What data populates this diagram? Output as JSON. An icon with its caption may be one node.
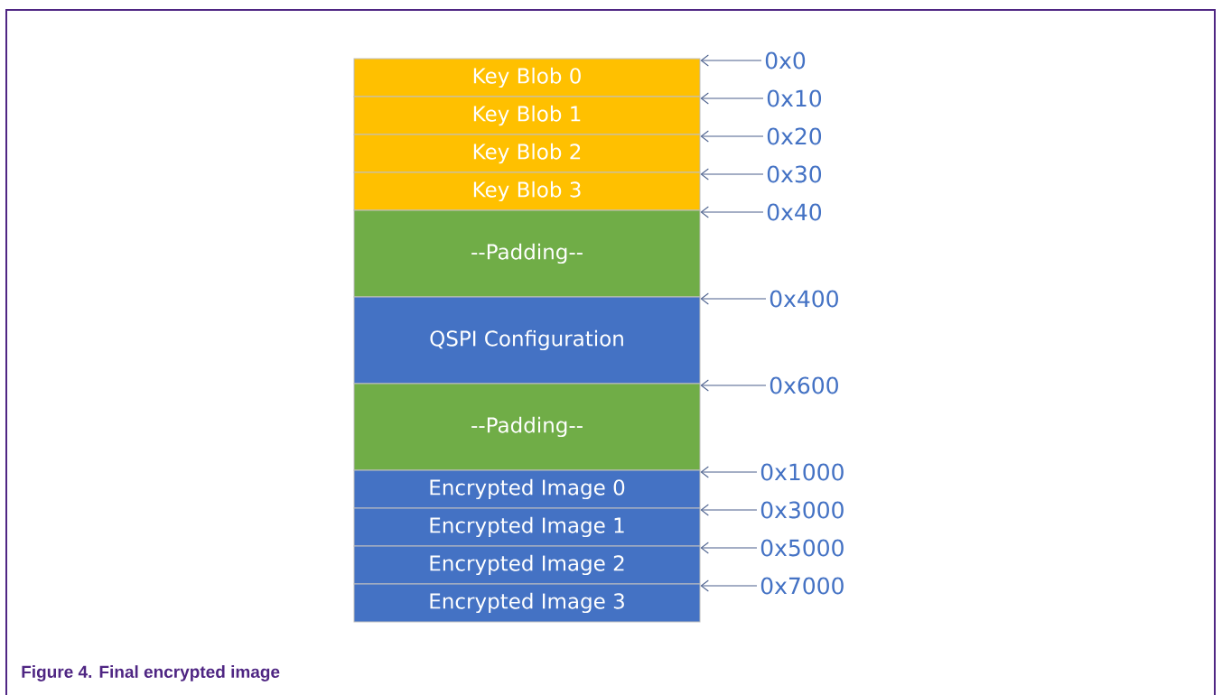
{
  "diagram": {
    "caption": "Figure 4.  Final encrypted image",
    "nodes": [
      {
        "text": [
          "Key Blob 0"
        ]
      },
      {
        "text": [
          "Key Blob 1"
        ]
      },
      {
        "text": [
          "Key Blob 2"
        ]
      },
      {
        "text": [
          "Key Blob 3"
        ]
      },
      {
        "text": [
          "--Padding--"
        ]
      },
      {
        "text": [
          "QSPI Configuration"
        ]
      },
      {
        "text": [
          "--Padding--"
        ]
      },
      {
        "text": [
          "Encrypted Image 0"
        ]
      },
      {
        "text": [
          "Encrypted Image 1"
        ]
      },
      {
        "text": [
          "Encrypted Image 2"
        ]
      },
      {
        "text": [
          "Encrypted Image 3"
        ]
      },
      {
        "text": [
          "0x0"
        ]
      },
      {
        "text": [
          "0x10"
        ]
      },
      {
        "text": [
          "0x20"
        ]
      },
      {
        "text": [
          "0x30"
        ]
      },
      {
        "text": [
          "0x40"
        ]
      },
      {
        "text": [
          "0x400"
        ]
      },
      {
        "text": [
          "0x600"
        ]
      },
      {
        "text": [
          "0x1000"
        ]
      },
      {
        "text": [
          "0x3000"
        ]
      },
      {
        "text": [
          "0x5000"
        ]
      },
      {
        "text": [
          "0x7000"
        ]
      }
    ],
    "edges": [
      {
        "from": 11,
        "to": 0,
        "arrow": "to"
      },
      {
        "from": 12,
        "to": 1,
        "arrow": "to"
      },
      {
        "from": 13,
        "to": 2,
        "arrow": "to"
      },
      {
        "from": 14,
        "to": 3,
        "arrow": "to"
      },
      {
        "from": 15,
        "to": 4,
        "arrow": "to"
      },
      {
        "from": 16,
        "to": 5,
        "arrow": "to"
      },
      {
        "from": 17,
        "to": 6,
        "arrow": "to"
      },
      {
        "from": 18,
        "to": 7,
        "arrow": "to"
      },
      {
        "from": 19,
        "to": 8,
        "arrow": "to"
      },
      {
        "from": 20,
        "to": 9,
        "arrow": "to"
      },
      {
        "from": 21,
        "to": 10,
        "arrow": "to"
      }
    ]
  }
}
